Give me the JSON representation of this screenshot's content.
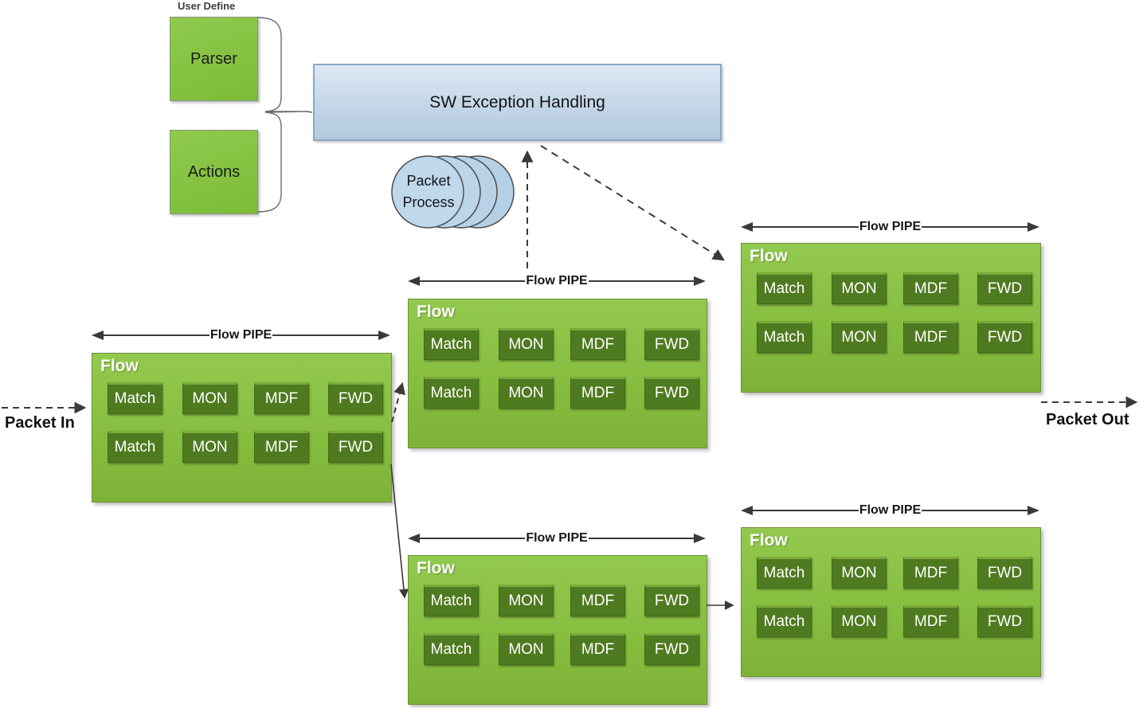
{
  "labels": {
    "user_define_title": "User Define",
    "parser": "Parser",
    "actions": "Actions",
    "sw_exception": "SW Exception Handling",
    "packet_process_line1": "Packet",
    "packet_process_line2": "Process",
    "packet_in": "Packet In",
    "packet_out": "Packet Out"
  },
  "pipes": [
    {
      "id": "pipe-left",
      "pipe_label": "Flow PIPE",
      "flow_label": "Flow",
      "rows": [
        [
          "Match",
          "MON",
          "MDF",
          "FWD"
        ],
        [
          "Match",
          "MON",
          "MDF",
          "FWD"
        ]
      ]
    },
    {
      "id": "pipe-middle-top",
      "pipe_label": "Flow PIPE",
      "flow_label": "Flow",
      "rows": [
        [
          "Match",
          "MON",
          "MDF",
          "FWD"
        ],
        [
          "Match",
          "MON",
          "MDF",
          "FWD"
        ]
      ]
    },
    {
      "id": "pipe-right-top",
      "pipe_label": "Flow PIPE",
      "flow_label": "Flow",
      "rows": [
        [
          "Match",
          "MON",
          "MDF",
          "FWD"
        ],
        [
          "Match",
          "MON",
          "MDF",
          "FWD"
        ]
      ]
    },
    {
      "id": "pipe-middle-bottom",
      "pipe_label": "Flow PIPE",
      "flow_label": "Flow",
      "rows": [
        [
          "Match",
          "MON",
          "MDF",
          "FWD"
        ],
        [
          "Match",
          "MON",
          "MDF",
          "FWD"
        ]
      ]
    },
    {
      "id": "pipe-right-bottom",
      "pipe_label": "Flow PIPE",
      "flow_label": "Flow",
      "rows": [
        [
          "Match",
          "MON",
          "MDF",
          "FWD"
        ],
        [
          "Match",
          "MON",
          "MDF",
          "FWD"
        ]
      ]
    }
  ],
  "colors": {
    "pipe_green": "#8cc63f",
    "stage_green": "#4e7b20",
    "stage_bevel": "#79aa3a",
    "exception_blue": "#c9dcec",
    "process_circle_blue": "#bdd7ea",
    "arrow_gray": "#3f3f3f"
  }
}
